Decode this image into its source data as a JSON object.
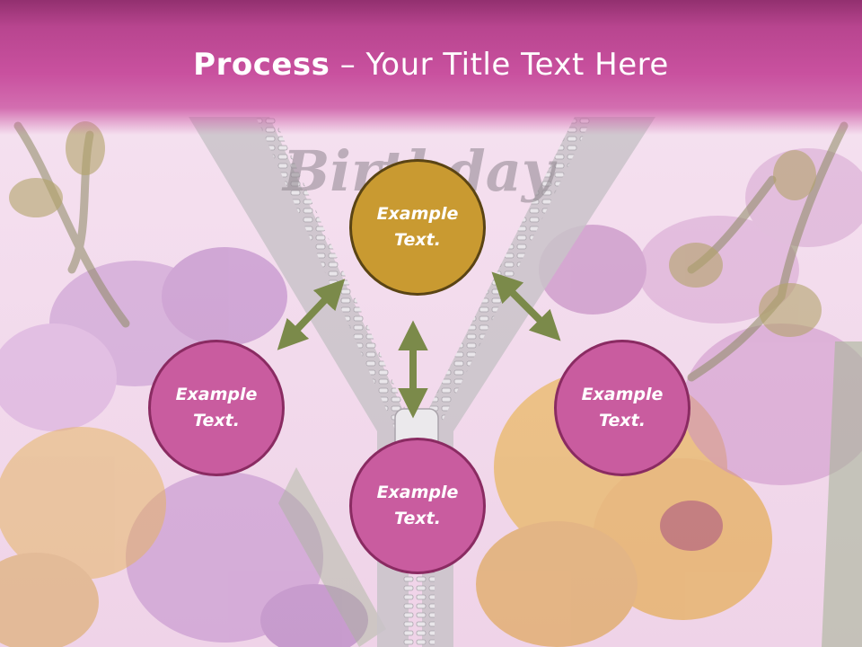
{
  "title": {
    "strong": "Process",
    "dash": " – ",
    "rest": "Your Title Text Here"
  },
  "nodes": {
    "top": {
      "line1": "Example",
      "line2": "Text."
    },
    "left": {
      "line1": "Example",
      "line2": "Text."
    },
    "right": {
      "line1": "Example",
      "line2": "Text."
    },
    "bottom": {
      "line1": "Example",
      "line2": "Text."
    }
  },
  "background_text": "Birthday",
  "colors": {
    "title_bar": "#b8458f",
    "node_pink": "#c95c9f",
    "node_gold": "#c99a31",
    "arrow": "#7b8a4a"
  }
}
